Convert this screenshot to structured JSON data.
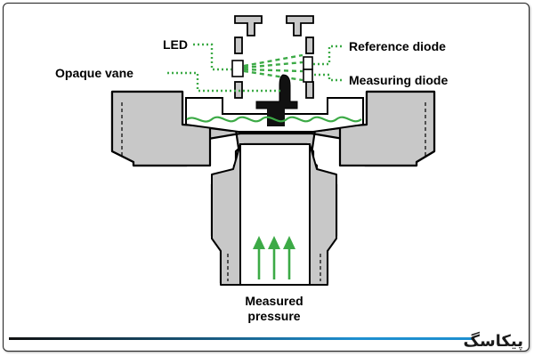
{
  "labels": {
    "led": "LED",
    "opaque_vane": "Opaque vane",
    "reference_diode": "Reference diode",
    "measuring_diode": "Measuring diode",
    "measured_pressure_line1": "Measured",
    "measured_pressure_line2": "pressure"
  },
  "brand": {
    "logo_text": "پیکاسگ"
  },
  "colors": {
    "body_fill": "#c8c8c8",
    "outline": "#000000",
    "accent_green": "#3caa46",
    "brand_gradient_start": "#111111",
    "brand_gradient_end": "#1e8fd0"
  }
}
